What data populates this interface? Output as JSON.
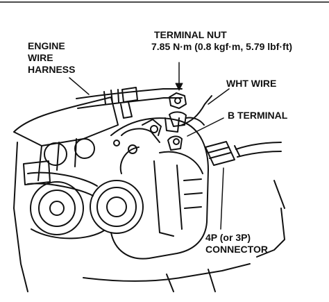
{
  "labels": {
    "engine_wire_harness": {
      "lines": [
        "ENGINE",
        "WIRE",
        "HARNESS"
      ]
    },
    "terminal_nut": {
      "lines": [
        "TERMINAL NUT",
        "7.85 N·m (0.8 kgf·m, 5.79 lbf·ft)"
      ]
    },
    "wht_wire": {
      "lines": [
        "WHT WIRE"
      ]
    },
    "b_terminal": {
      "lines": [
        "B TERMINAL"
      ]
    },
    "connector": {
      "lines": [
        "4P (or 3P)",
        "CONNECTOR"
      ]
    }
  },
  "colors": {
    "ink": "#111111",
    "background": "#ffffff"
  }
}
